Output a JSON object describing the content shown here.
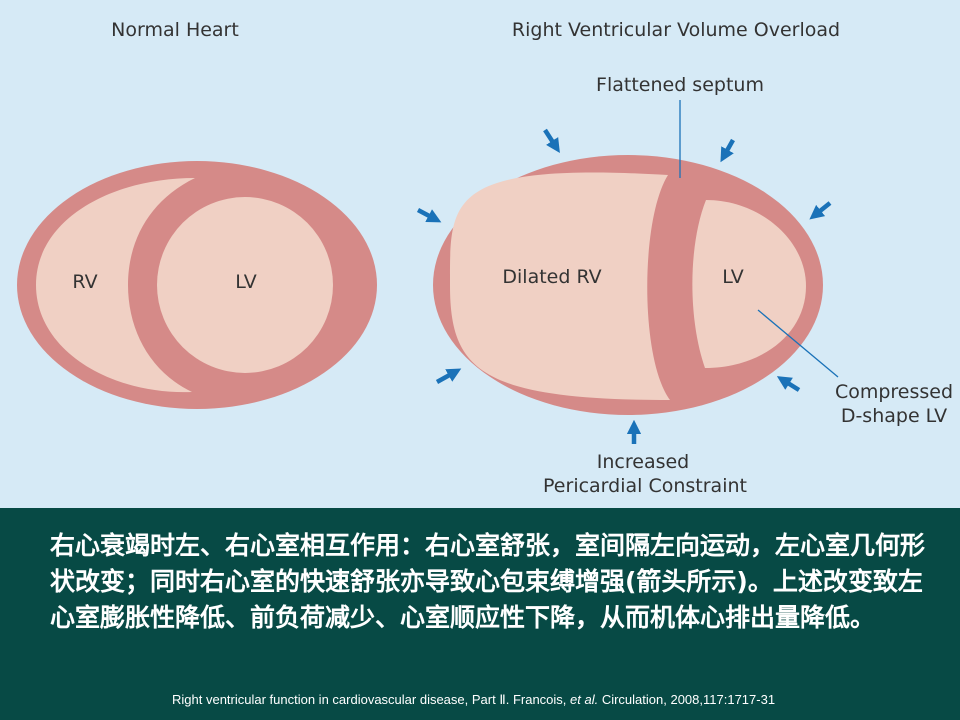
{
  "figure": {
    "left_title": "Normal Heart",
    "right_title": "Right Ventricular Volume Overload",
    "normal": {
      "rv_label": "RV",
      "lv_label": "LV"
    },
    "overload": {
      "rv_label": "Dilated RV",
      "lv_label": "LV",
      "septum_annotation": "Flattened septum",
      "lv_annotation_line1": "Compressed",
      "lv_annotation_line2": "D-shape LV",
      "constraint_line1": "Increased",
      "constraint_line2": "Pericardial Constraint"
    },
    "arrow_count": 7
  },
  "caption": "右心衰竭时左、右心室相互作用：右心室舒张，室间隔左向运动，左心室几何形状改变；同时右心室的快速舒张亦导致心包束缚增强(箭头所示)。上述改变致左心室膨胀性降低、前负荷减少、心室顺应性下降，从而机体心排出量降低。",
  "citation": {
    "part1": "Right ventricular function in cardiovascular disease, Part Ⅱ. Francois, ",
    "etal": "et al.",
    "part2": " Circulation, 2008,117:1717-31"
  },
  "colors": {
    "figure_bg": "#d6eaf6",
    "wall": "#d58a88",
    "chamber": "#f0d0c4",
    "arrow": "#1a72b8",
    "panel_bg": "#074a45",
    "text_white": "#ffffff"
  }
}
